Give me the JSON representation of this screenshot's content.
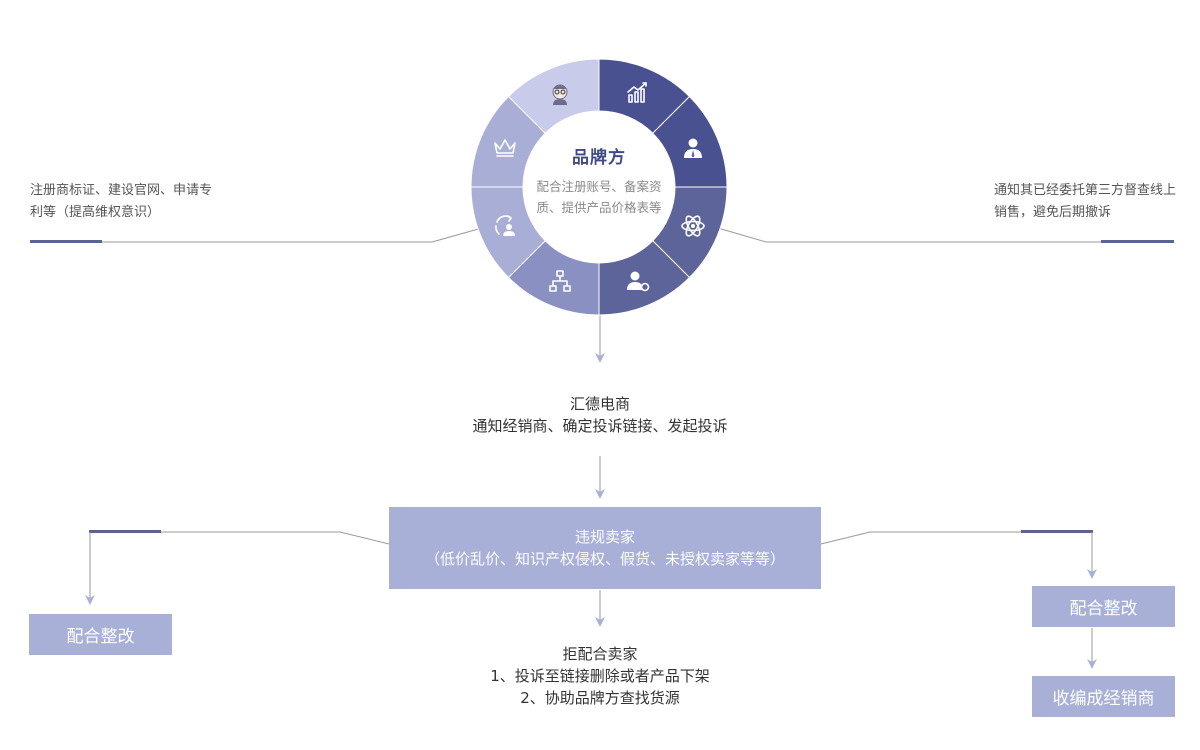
{
  "center": {
    "title": "品牌方",
    "description": "配合注册账号、备案资质、提供产品价格表等"
  },
  "left_note": "注册商标证、建设官网、申请专利等（提高维权意识）",
  "right_note": "通知其已经委托第三方督查线上销售，避免后期撤诉",
  "step_huide": {
    "line1": "汇德电商",
    "line2": "通知经销商、确定投诉链接、发起投诉"
  },
  "violator_box": {
    "line1": "违规卖家",
    "line2": "（低价乱价、知识产权侵权、假货、未授权卖家等等）"
  },
  "refuse_step": {
    "line1": "拒配合卖家",
    "line2": "1、投诉至链接删除或者产品下架",
    "line3": "2、协助品牌方查找货源"
  },
  "left_box": "配合整改",
  "right_box1": "配合整改",
  "right_box2": "收编成经销商",
  "colors": {
    "segment_dark": "#4a5190",
    "segment_mid": "#5c6499",
    "segment_light": "#8a91c2",
    "segment_lighter": "#a8aed6",
    "segment_lightest": "#c8cbe9",
    "box_fill": "#a8b0d8",
    "line": "#9a9a9a",
    "accent_bar": "#5b6393"
  },
  "wheel_icons": [
    "bar-chart-icon",
    "business-person-icon",
    "atom-icon",
    "user-settings-icon",
    "org-chart-icon",
    "user-sync-icon",
    "crown-icon",
    "avatar-glasses-icon"
  ]
}
